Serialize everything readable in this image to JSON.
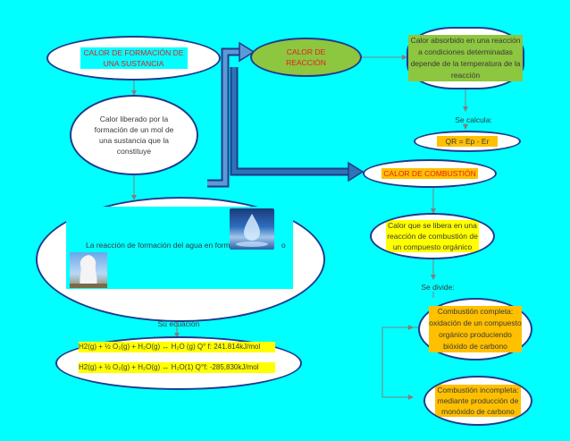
{
  "colors": {
    "background": "#00ffff",
    "ellipse_border": "#1f3b8c",
    "green": "#8dc63f",
    "yellow": "#ffff00",
    "orange": "#ffc000",
    "red_text": "#e41f1f",
    "arrow_blue": "#2e74b5"
  },
  "nodes": {
    "formacion_title": "CALOR DE FORMACIÓN DE UNA SUSTANCIA",
    "formacion_desc": "Calor liberado por la formación de un mol de una sustancia que la constituye",
    "reaccion_title": "CALOR DE REACCIÓN",
    "absorbido_desc": "Calor absorbido en una reacción a condiciones determinadas depende de la temperatura de la reacción",
    "se_calcula": "Se calcula:",
    "formula_qr": "QR = Ep - Er",
    "combustion_title": "CALOR DE COMBUSTIÓN",
    "combustion_desc": "Calor que se libera en una reacción de combustión de un compuesto orgánico",
    "se_divide": "Se divide:",
    "completa": "Combustión completa: oxidación de un compuesto orgánico produciendo bióxido de carbono",
    "incompleta": "Combustión incompleta: mediante producción de monóxido de carbono",
    "agua_text": "La reacción de formación del agua en forma",
    "agua_tail": "o",
    "su_ecuacion": "Su ecuación",
    "eq1": "H2(g) + ½ O₂(g) + H₂O(g) ↔ H₂O (g) Q° f: 241.814kJ/mol",
    "eq2": "H2(g) + ½ O₂(g) + H₂O(g) ↔ H₂O(1)     Q°f: -285,830kJ/mol"
  }
}
